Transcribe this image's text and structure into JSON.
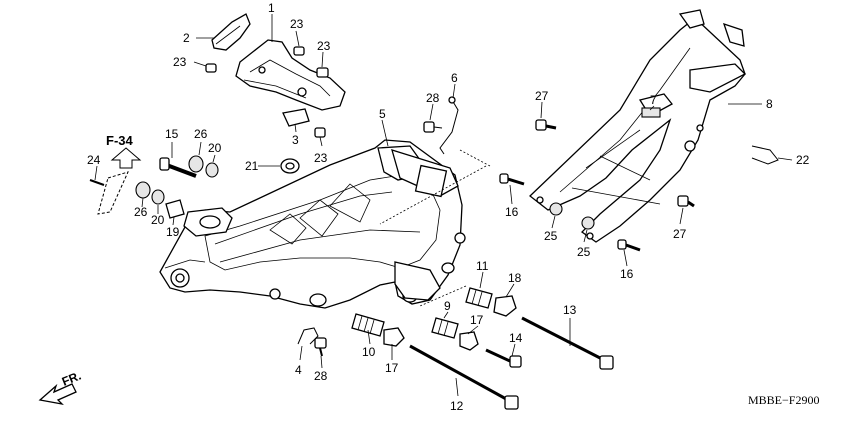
{
  "diagram": {
    "reference_code": "MBBE−F2900",
    "reference_page": "F-34",
    "direction_label": "FR.",
    "callouts": [
      {
        "id": "c1",
        "num": "1"
      },
      {
        "id": "c2",
        "num": "2"
      },
      {
        "id": "c3",
        "num": "3"
      },
      {
        "id": "c4",
        "num": "4"
      },
      {
        "id": "c5",
        "num": "5"
      },
      {
        "id": "c6",
        "num": "6"
      },
      {
        "id": "c7",
        "num": "7"
      },
      {
        "id": "c8",
        "num": "8"
      },
      {
        "id": "c9",
        "num": "9"
      },
      {
        "id": "c10",
        "num": "10"
      },
      {
        "id": "c11",
        "num": "11"
      },
      {
        "id": "c12",
        "num": "12"
      },
      {
        "id": "c13",
        "num": "13"
      },
      {
        "id": "c14",
        "num": "14"
      },
      {
        "id": "c15",
        "num": "15"
      },
      {
        "id": "c16a",
        "num": "16"
      },
      {
        "id": "c16b",
        "num": "16"
      },
      {
        "id": "c17a",
        "num": "17"
      },
      {
        "id": "c17b",
        "num": "17"
      },
      {
        "id": "c18",
        "num": "18"
      },
      {
        "id": "c19",
        "num": "19"
      },
      {
        "id": "c20a",
        "num": "20"
      },
      {
        "id": "c20b",
        "num": "20"
      },
      {
        "id": "c21",
        "num": "21"
      },
      {
        "id": "c22",
        "num": "22"
      },
      {
        "id": "c23a",
        "num": "23"
      },
      {
        "id": "c23b",
        "num": "23"
      },
      {
        "id": "c23c",
        "num": "23"
      },
      {
        "id": "c23d",
        "num": "23"
      },
      {
        "id": "c24",
        "num": "24"
      },
      {
        "id": "c25a",
        "num": "25"
      },
      {
        "id": "c25b",
        "num": "25"
      },
      {
        "id": "c26a",
        "num": "26"
      },
      {
        "id": "c26b",
        "num": "26"
      },
      {
        "id": "c27a",
        "num": "27"
      },
      {
        "id": "c27b",
        "num": "27"
      },
      {
        "id": "c28a",
        "num": "28"
      },
      {
        "id": "c28b",
        "num": "28"
      }
    ]
  }
}
